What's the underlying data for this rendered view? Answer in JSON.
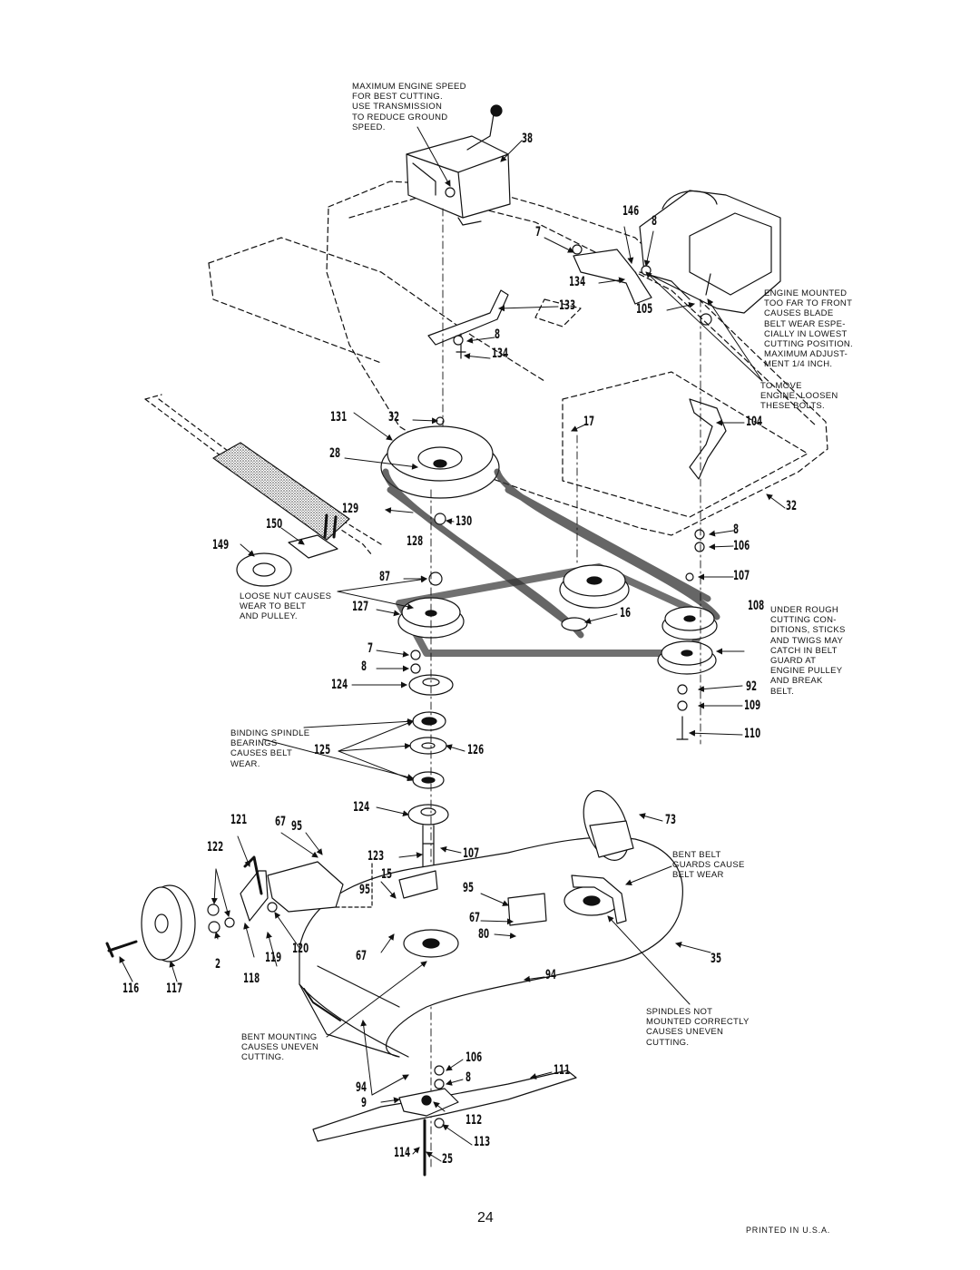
{
  "page": {
    "number": "24",
    "footer": "PRINTED IN U.S.A."
  },
  "notes": {
    "engine_speed": "MAXIMUM ENGINE SPEED\nFOR BEST CUTTING.\nUSE TRANSMISSION\nTO REDUCE GROUND\nSPEED.",
    "engine_mounted": "ENGINE MOUNTED\nTOO FAR TO FRONT\nCAUSES BLADE\nBELT WEAR ESPE-\nCIALLY IN LOWEST\nCUTTING POSITION.\nMAXIMUM ADJUST-\nMENT 1/4 INCH.",
    "to_move_engine": "TO MOVE\nENGINE, LOOSEN\nTHESE BOLTS.",
    "loose_nut": "LOOSE NUT CAUSES\nWEAR TO BELT\nAND PULLEY.",
    "under_rough": "UNDER ROUGH\nCUTTING CON-\nDITIONS, STICKS\nAND TWIGS MAY\nCATCH IN BELT\nGUARD AT\nENGINE PULLEY\nAND BREAK\nBELT.",
    "binding_spindle": "BINDING SPINDLE\nBEARINGS\nCAUSES BELT\nWEAR.",
    "bent_belt": "BENT BELT\nGUARDS CAUSE\nBELT WEAR",
    "spindles_not": "SPINDLES NOT\nMOUNTED CORRECTLY\nCAUSES UNEVEN\nCUTTING.",
    "bent_mounting": "BENT MOUNTING\nCAUSES UNEVEN\nCUTTING."
  },
  "part_numbers": {
    "p38": "38",
    "p146": "146",
    "p8a": "8",
    "p7a": "7",
    "p134a": "134",
    "p105": "105",
    "p133": "133",
    "p8b": "8",
    "p134b": "134",
    "p131": "131",
    "p32a": "32",
    "p17": "17",
    "p104": "104",
    "p28": "28",
    "p32b": "32",
    "p129": "129",
    "p150": "150",
    "p130": "130",
    "p149": "149",
    "p128": "128",
    "p8c": "8",
    "p106a": "106",
    "p87": "87",
    "p107a": "107",
    "p127": "127",
    "p16": "16",
    "p108": "108",
    "p7b": "7",
    "p8d": "8",
    "p124a": "124",
    "p92": "92",
    "p109": "109",
    "p110": "110",
    "p125": "125",
    "p126": "126",
    "p124b": "124",
    "p73": "73",
    "p121": "121",
    "p67a": "67",
    "p95a": "95",
    "p122": "122",
    "p123": "123",
    "p107b": "107",
    "p15": "15",
    "p95b": "95",
    "p95c": "95",
    "p67b": "67",
    "p80": "80",
    "p67c": "67",
    "p120": "120",
    "p119": "119",
    "p2": "2",
    "p116": "116",
    "p117": "117",
    "p118": "118",
    "p35": "35",
    "p94a": "94",
    "p106b": "106",
    "p8e": "8",
    "p111": "111",
    "p94b": "94",
    "p9": "9",
    "p112": "112",
    "p113": "113",
    "p114": "114",
    "p25": "25"
  }
}
